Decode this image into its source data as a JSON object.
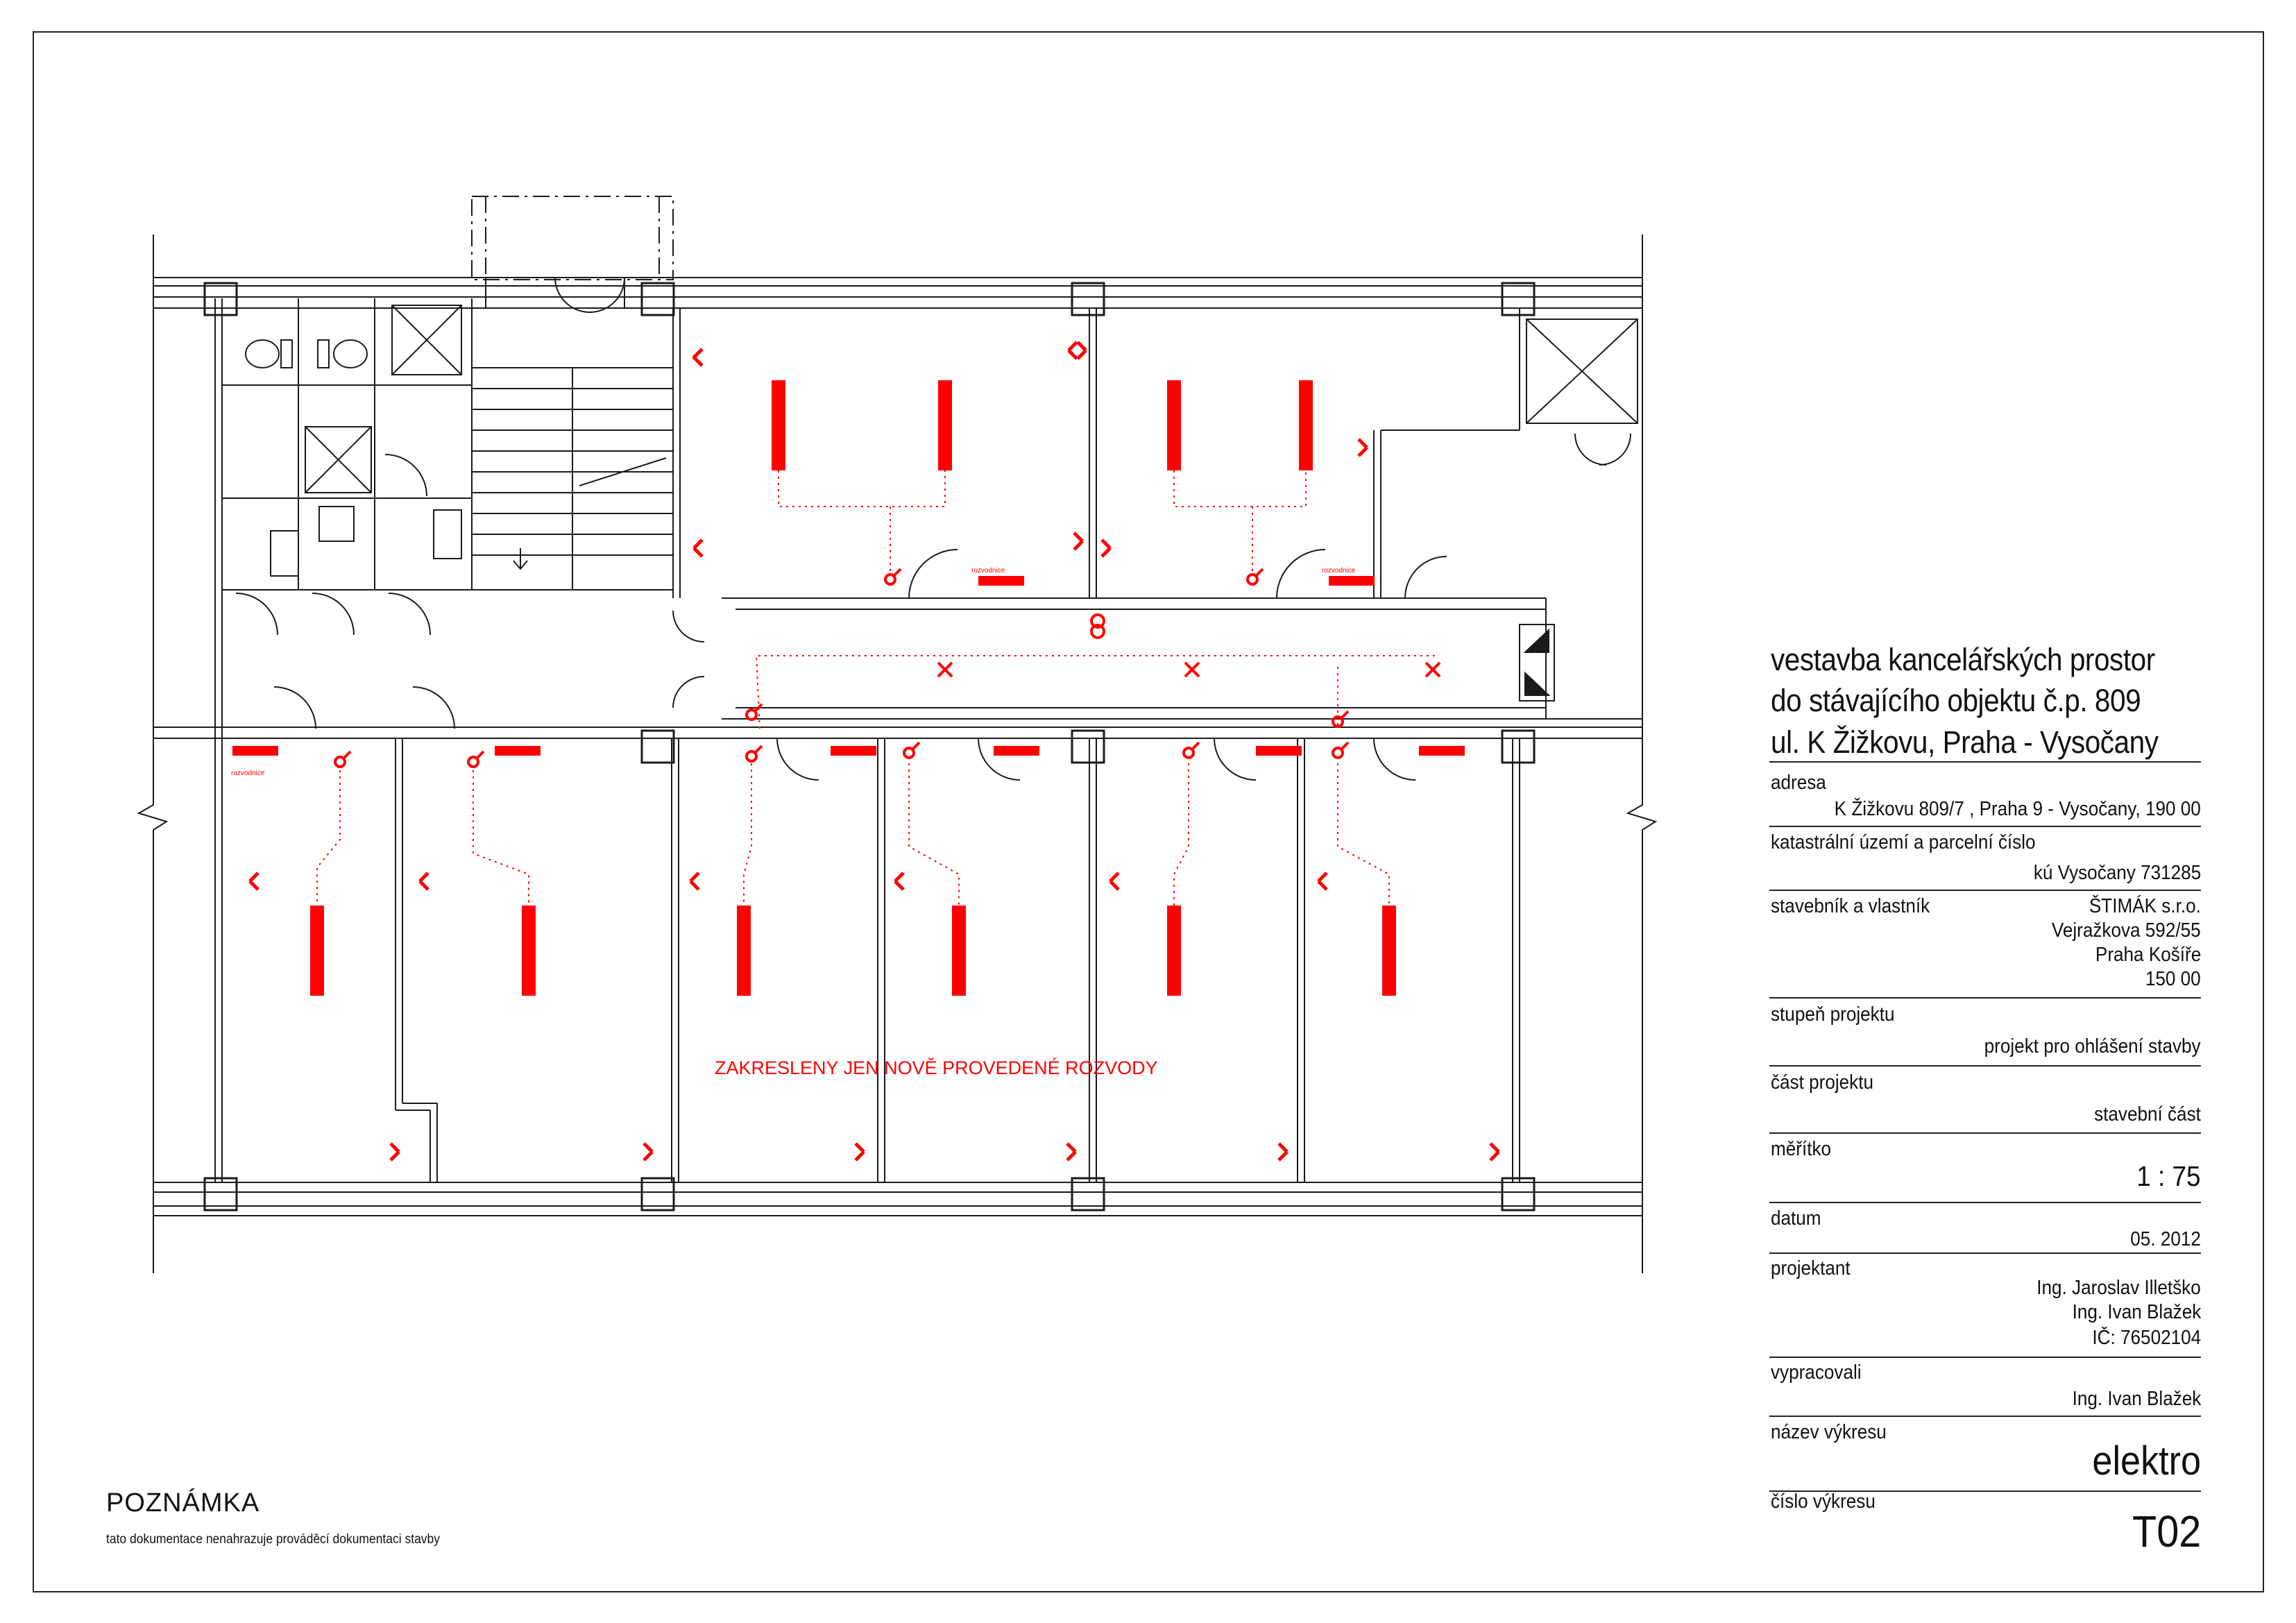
{
  "title": {
    "line1": "vestavba kancelářských prostor",
    "line2": "do stávajícího objektu  č.p. 809",
    "line3": "ul. K Žižkovu, Praha - Vysočany"
  },
  "title_block": {
    "address_label": "adresa",
    "address_value": "K Žižkovu 809/7 , Praha 9 - Vysočany, 190 00",
    "cadastre_label": "katastrální území a parcelní číslo",
    "cadastre_value": "kú Vysočany  731285",
    "owner_label": "stavebník a vlastník",
    "owner_lines": [
      "ŠTIMÁK s.r.o.",
      "Vejražkova 592/55",
      "Praha Košíře",
      "150 00"
    ],
    "stage_label": "stupeň projektu",
    "stage_value": "projekt pro ohlášení stavby",
    "part_label": "část projektu",
    "part_value": "stavební část",
    "scale_label": "měřítko",
    "scale_value": "1 : 75",
    "date_label": "datum",
    "date_value": "05. 2012",
    "designer_label": "projektant",
    "designer_lines": [
      "Ing. Jaroslav Illetško",
      "Ing. Ivan Blažek",
      "IČ: 76502104"
    ],
    "prepared_label": "vypracovali",
    "prepared_value": "Ing. Ivan Blažek",
    "drawing_name_label": "název výkresu",
    "drawing_name_value": "elektro",
    "drawing_number_label": "číslo výkresu",
    "drawing_number_value": "T02"
  },
  "note": {
    "heading": "POZNÁMKA",
    "text": "tato dokumentace nenahrazuje prováděcí dokumentaci stavby"
  },
  "plan": {
    "annotation": "ZAKRESLENY JEN NOVĚ PROVEDENÉ ROZVODY",
    "panel_label": "rozvodnice",
    "colors": {
      "line": "#1a1a1a",
      "electro": "#ff0000",
      "wiring": "#ff0000"
    }
  }
}
